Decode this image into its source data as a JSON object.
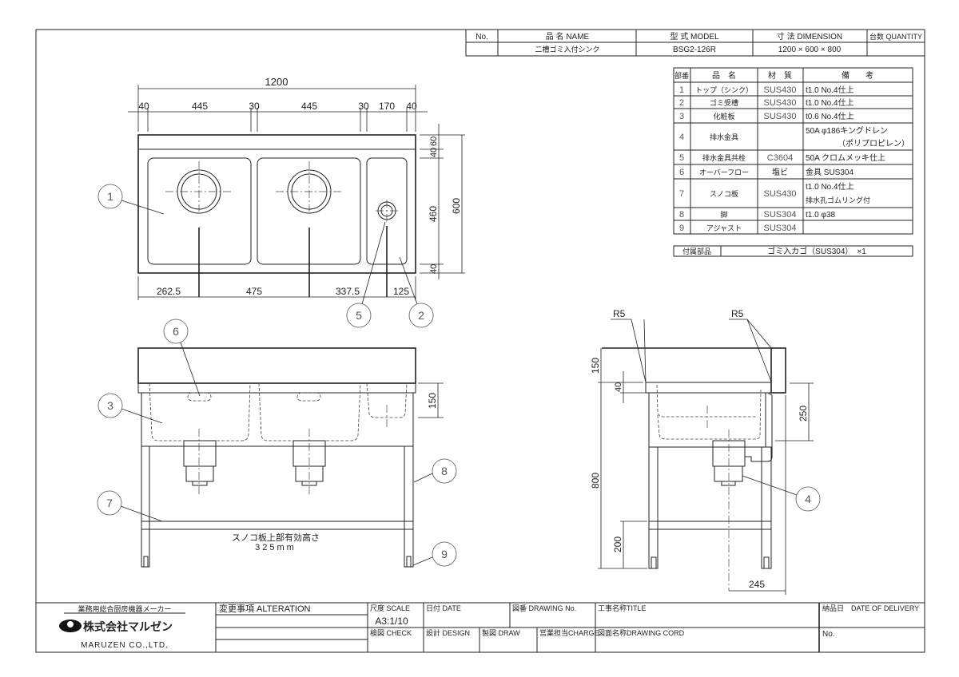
{
  "header": {
    "col_no": "No.",
    "col_name": "品 名  NAME",
    "col_model": "型 式  MODEL",
    "col_dimension": "寸 法  DIMENSION",
    "col_quantity": "台数 QUANTITY",
    "name": "二槽ゴミ入付シンク",
    "model": "BSG2-126R",
    "dimension": "1200 × 600 × 800",
    "quantity": ""
  },
  "parts_table": {
    "headers": [
      "部番",
      "品　名",
      "材　質",
      "備　　考"
    ],
    "rows": [
      {
        "no": "1",
        "name": "トップ（シンク）",
        "material": "SUS430",
        "note": "t1.0 No.4仕上",
        "note2": ""
      },
      {
        "no": "2",
        "name": "ゴミ受槽",
        "material": "SUS430",
        "note": "t1.0 No.4仕上",
        "note2": ""
      },
      {
        "no": "3",
        "name": "化粧板",
        "material": "SUS430",
        "note": "t0.6 No.4仕上",
        "note2": ""
      },
      {
        "no": "4",
        "name": "排水金具",
        "material": "",
        "note": "50A φ186キングドレン",
        "note2": "（ポリプロピレン）"
      },
      {
        "no": "5",
        "name": "排水金具共栓",
        "material": "C3604",
        "note": "50A クロムメッキ仕上",
        "note2": ""
      },
      {
        "no": "6",
        "name": "オーバーフロー",
        "material": "塩ビ",
        "note": "金具 SUS304",
        "note2": ""
      },
      {
        "no": "7",
        "name": "スノコ板",
        "material": "SUS430",
        "note": "t1.0 No.4仕上",
        "note2": "排水孔ゴムリング付"
      },
      {
        "no": "8",
        "name": "脚",
        "material": "SUS304",
        "note": "t1.0 φ38",
        "note2": ""
      },
      {
        "no": "9",
        "name": "アジャスト",
        "material": "SUS304",
        "note": "",
        "note2": ""
      }
    ],
    "accessory_label": "付属部品",
    "accessory_value": "ゴミ入カゴ（SUS304）　×1"
  },
  "top_view": {
    "overall": "1200",
    "segments": [
      "40",
      "445",
      "30",
      "445",
      "30",
      "170",
      "40"
    ],
    "bottom": [
      "262.5",
      "475",
      "337.5",
      "125"
    ],
    "right_inner": [
      "40",
      "60",
      "460",
      "40"
    ],
    "right_outer": "600"
  },
  "front_view": {
    "dim_150": "150",
    "note_line1": "スノコ板上部有効高さ",
    "note_line2": "325mm"
  },
  "side_view": {
    "r5_left": "R5",
    "r5_right": "R5",
    "dim_150": "150",
    "dim_40": "40",
    "dim_800": "800",
    "dim_200": "200",
    "dim_250": "250",
    "dim_245": "245"
  },
  "balloons": [
    "1",
    "2",
    "3",
    "4",
    "5",
    "6",
    "7",
    "8",
    "9"
  ],
  "title_block": {
    "maker_tagline": "業務用総合厨房機器メーカー",
    "company_jp": "株式会社マルゼン",
    "company_en": "MARUZEN CO.,LTD.",
    "alteration": "変更事項 ALTERATION",
    "scale_label": "尺度 SCALE",
    "scale_value": "A3:1/10",
    "date": "日付 DATE",
    "drawing_no": "図番 DRAWING No.",
    "title": "工事名称TITLE",
    "delivery": "納品日　DATE OF DELIVERY",
    "check": "検図 CHECK",
    "design": "設計 DESIGN",
    "draw": "製図 DRAW",
    "charge": "営業担当CHARGE",
    "drawing_cord": "図面名称DRAWING CORD",
    "no": "No."
  }
}
